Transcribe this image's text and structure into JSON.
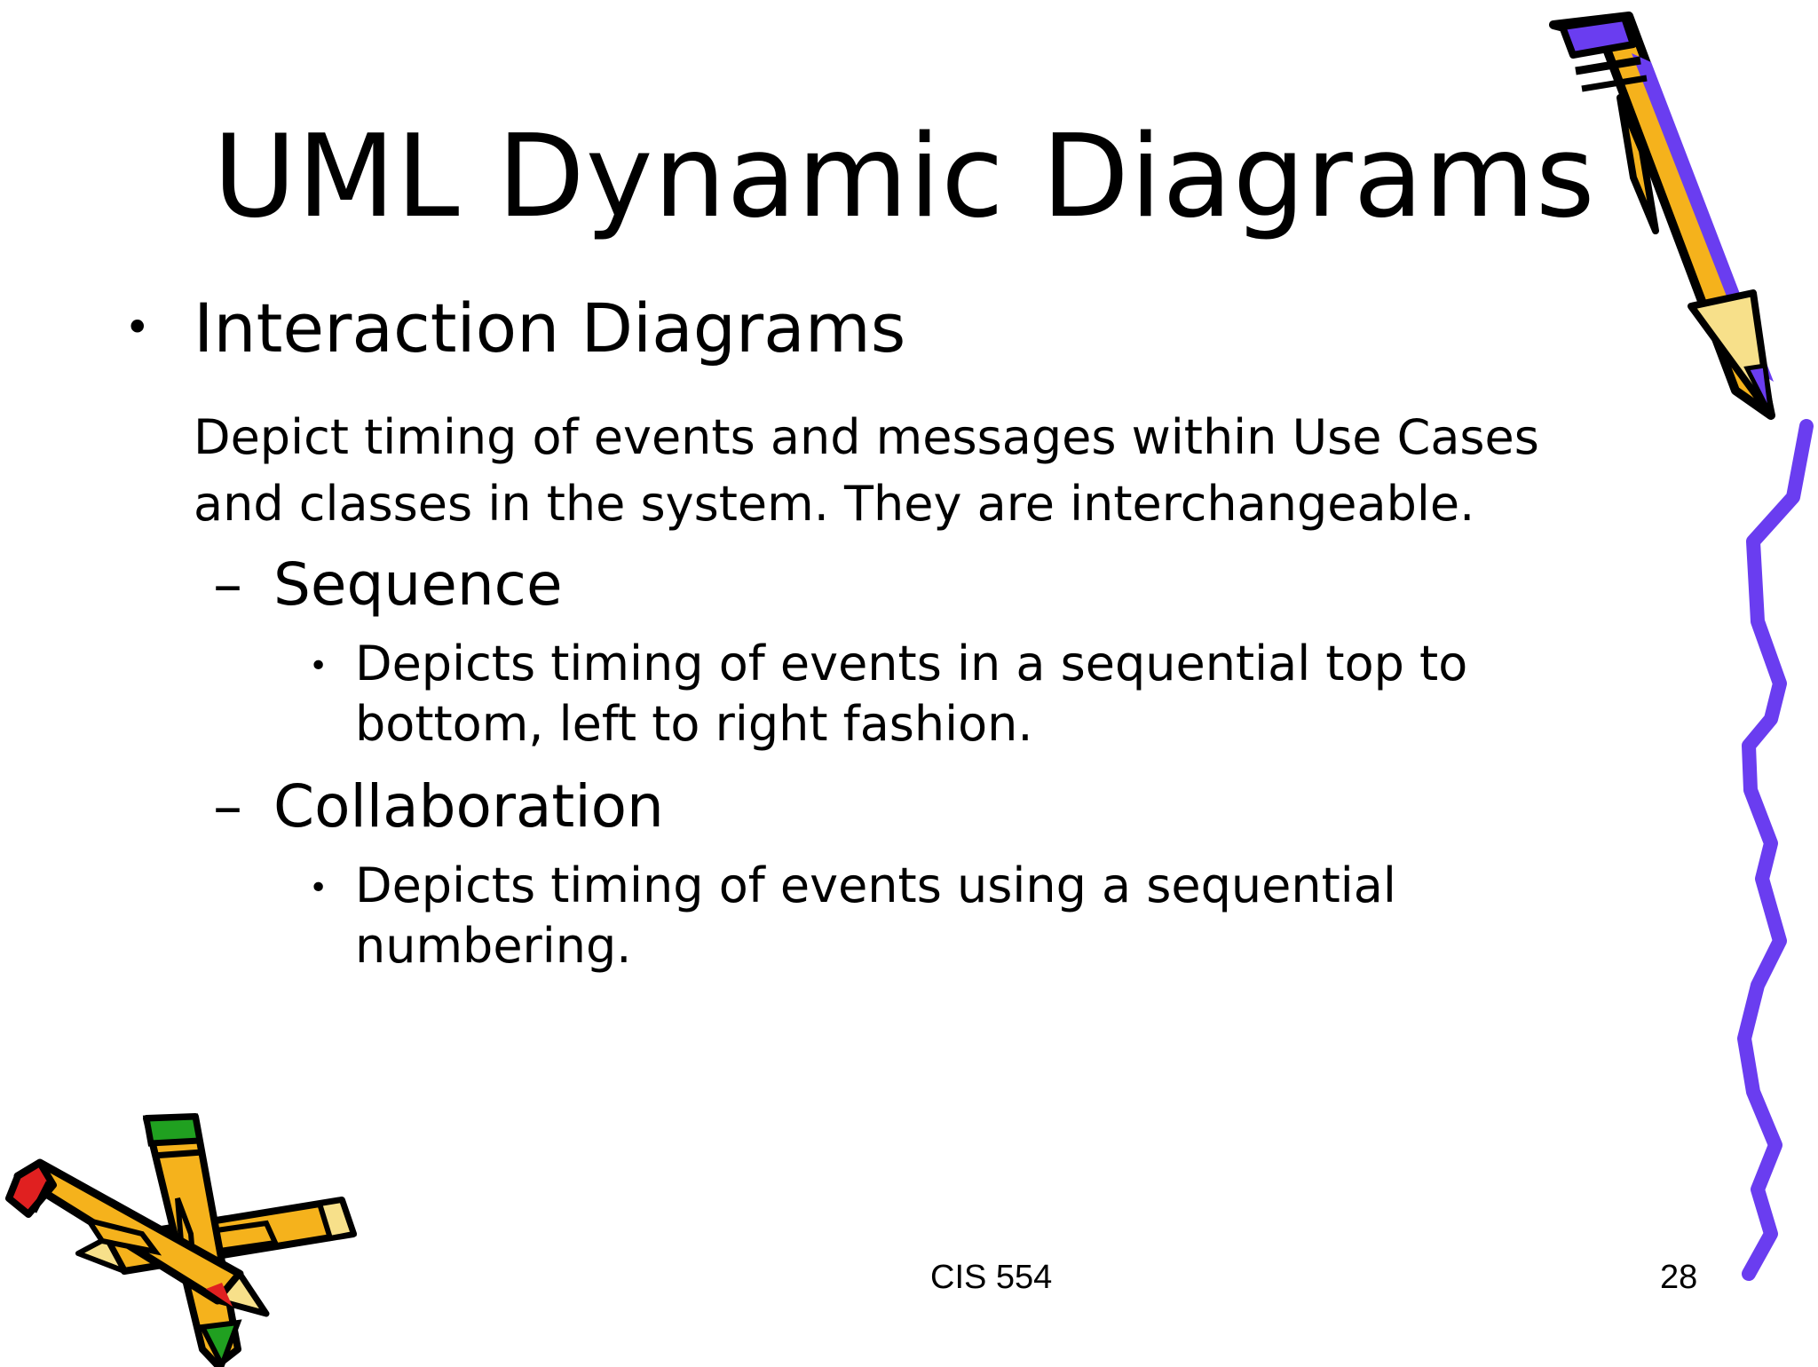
{
  "slide": {
    "title": "UML Dynamic Diagrams",
    "bullets": {
      "level1_marker": "•",
      "level1": "Interaction Diagrams",
      "description": "Depict timing of events and messages within Use Cases and classes in the system. They are interchangeable.",
      "sub_marker": "–",
      "sub_items": [
        {
          "label": "Sequence",
          "detail_marker": "•",
          "detail": "Depicts timing of events in a sequential top to bottom, left to right fashion."
        },
        {
          "label": "Collaboration",
          "detail_marker": "•",
          "detail": "Depicts timing of events using a sequential numbering."
        }
      ]
    }
  },
  "footer": {
    "course": "CIS 554",
    "page_number": "28"
  },
  "decorations": {
    "top_right": "pencil-clipart-icon",
    "bottom_left": "pencils-clipart-icon",
    "right_edge": "squiggle-line-icon",
    "colors": {
      "pencil_yellow": "#f5b21c",
      "outline": "#000000",
      "purple": "#6a3df0",
      "red": "#e02020",
      "green": "#20a020",
      "wood": "#f7e08a"
    }
  }
}
